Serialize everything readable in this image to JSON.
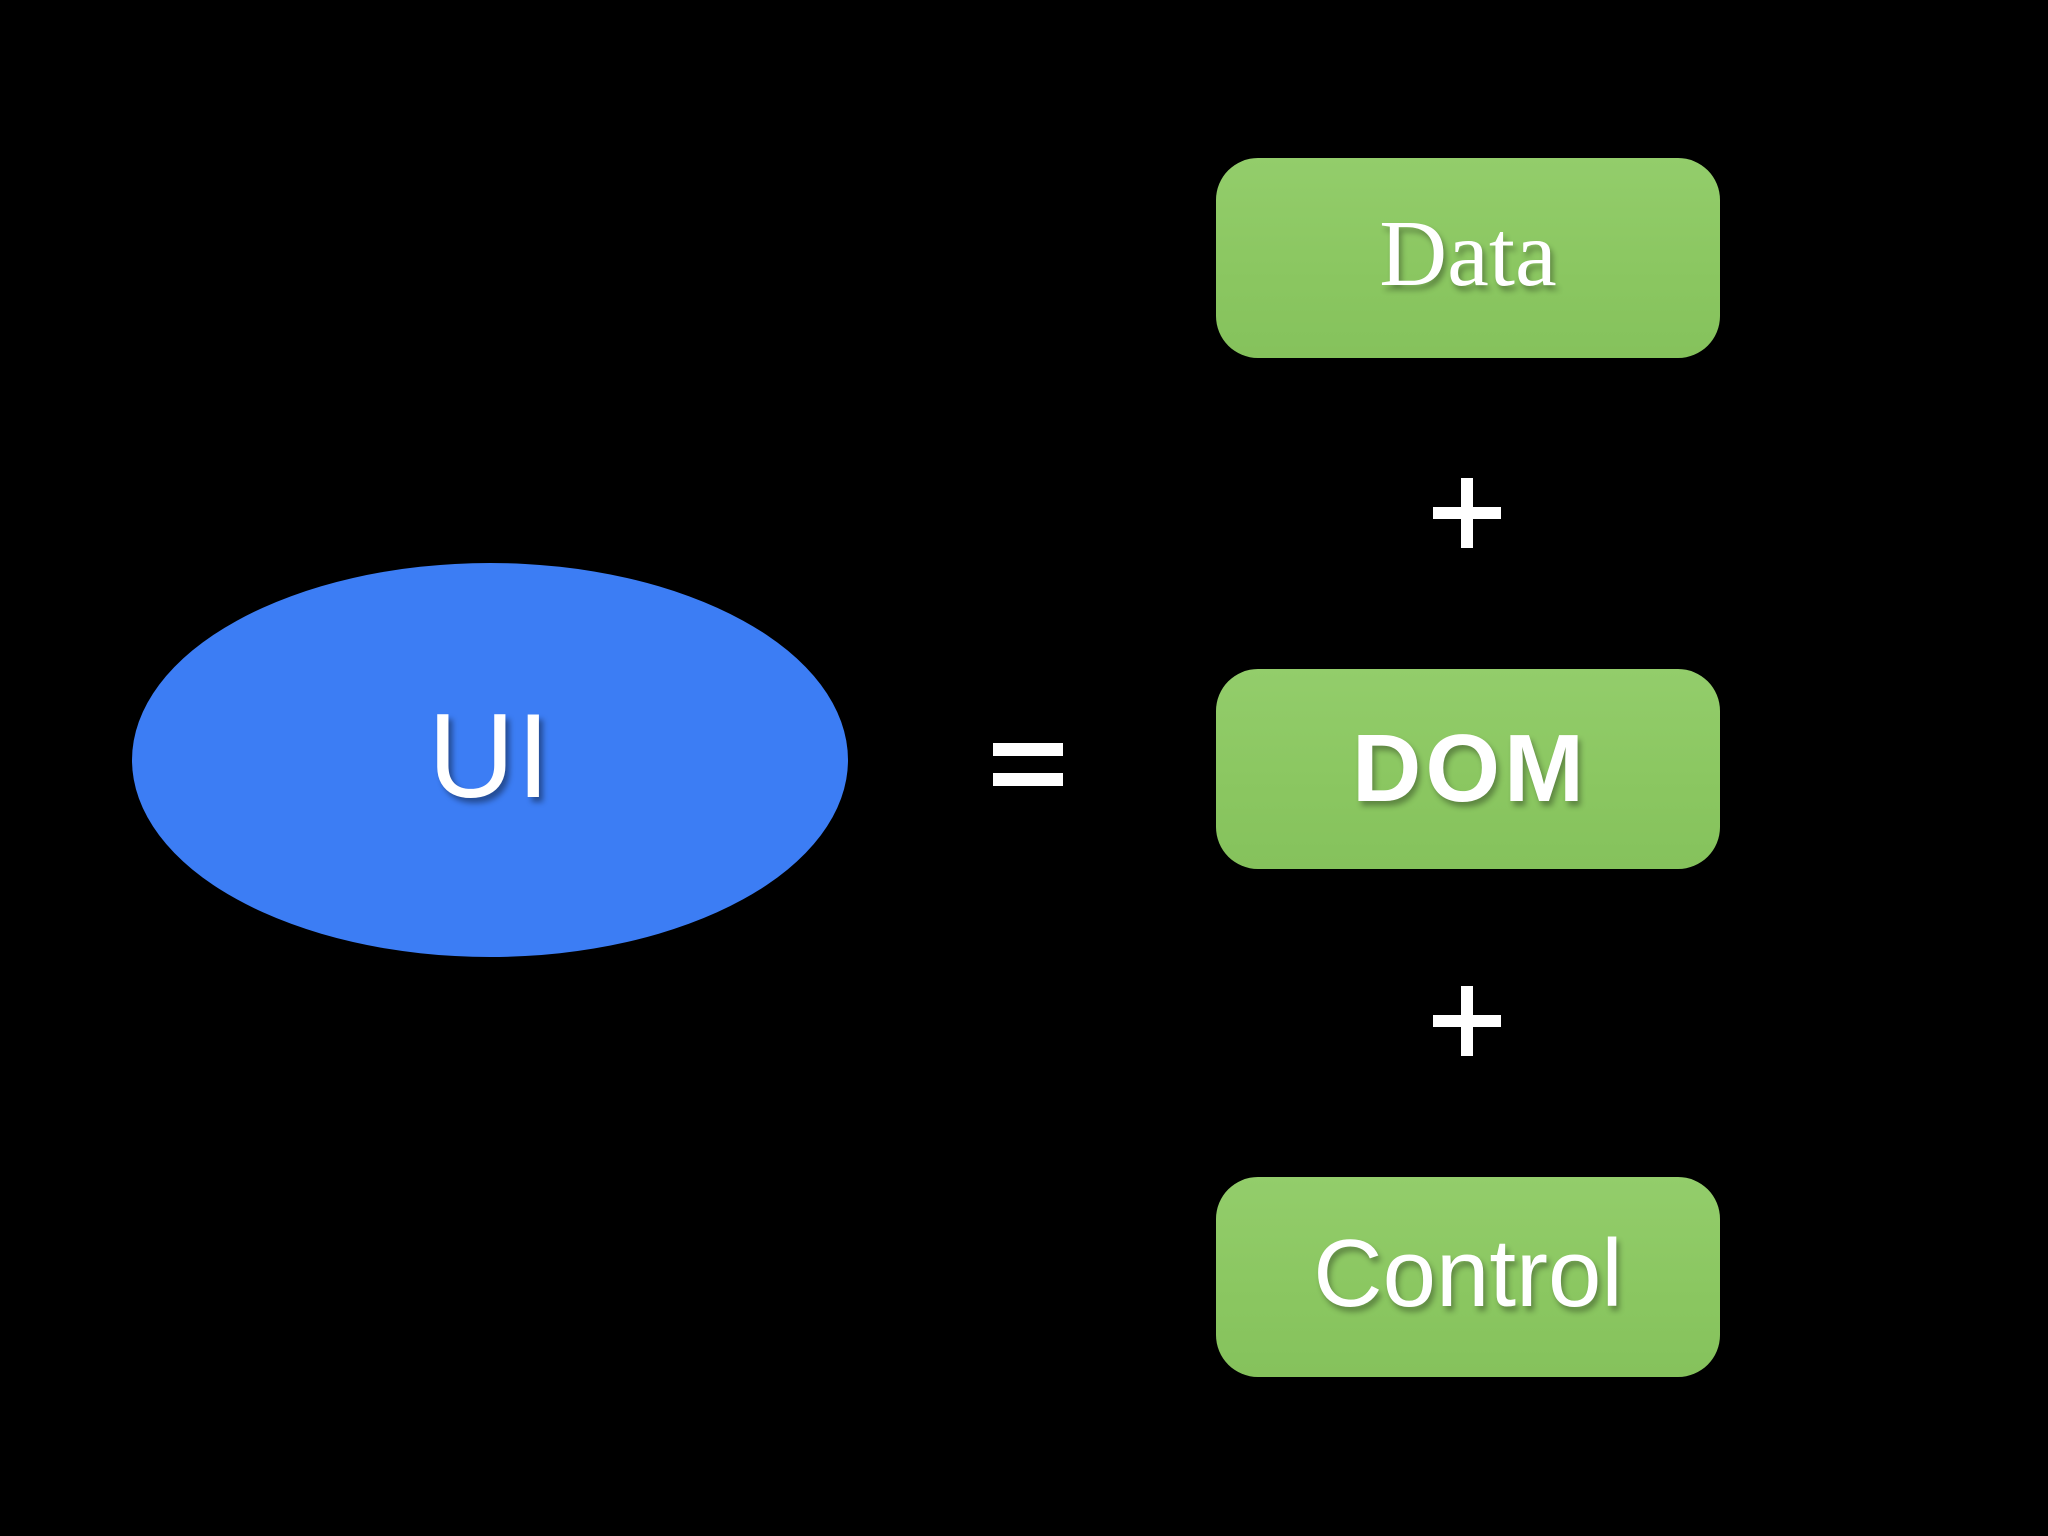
{
  "slide": {
    "background_color": "#000000",
    "description": "Equation diagram: UI = Data + DOM + Control"
  },
  "colors": {
    "ellipse_fill": "#3c7df4",
    "box_fill": "#8dc963",
    "text": "#ffffff"
  },
  "equation": {
    "lhs": {
      "label": "UI",
      "shape": "ellipse"
    },
    "equals_symbol": "=",
    "plus_symbol": "+",
    "rhs": [
      {
        "label": "Data"
      },
      {
        "label": "DOM"
      },
      {
        "label": "Control"
      }
    ]
  }
}
